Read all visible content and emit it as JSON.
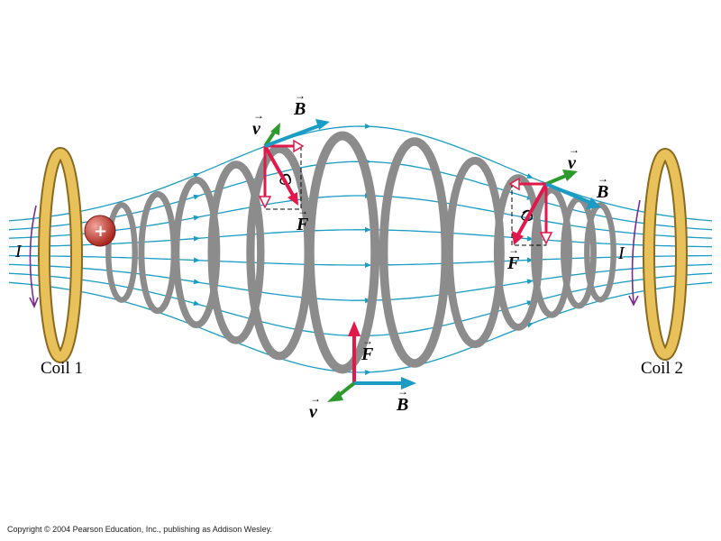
{
  "labels": {
    "coil1": "Coil 1",
    "coil2": "Coil 2",
    "current": "I",
    "velocity": "v",
    "field": "B",
    "force": "F"
  },
  "copyright": "Copyright © 2004 Pearson Education, Inc., publishing as Addison Wesley.",
  "colors": {
    "field_line": "#1a9cc4",
    "helix": "#8c8c8c",
    "coil_fill": "#e8c15a",
    "coil_edge": "#8a6a1e",
    "force": "#e0194a",
    "velocity": "#2e9a2e",
    "field_vector": "#1a9cc4",
    "current_arrow": "#7a2a8a",
    "charge": "#c0392b"
  }
}
